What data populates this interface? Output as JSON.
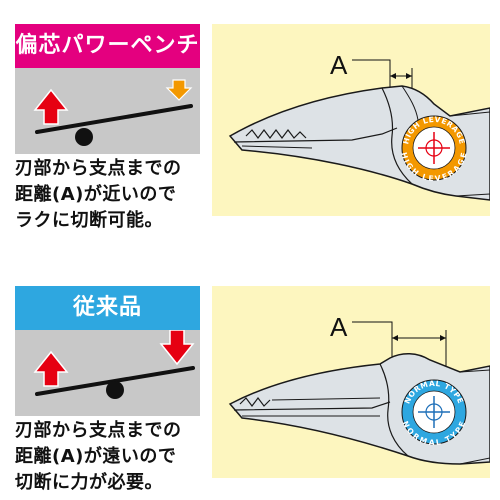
{
  "panels": [
    {
      "title": "偏芯パワーペンチ",
      "title_color": "#e4007f",
      "arrow_left_color": "#e60012",
      "arrow_right_color": "#f39800",
      "desc_lines": [
        "刃部から支点までの",
        "距離(A)が近いので",
        "ラクに切断可能。"
      ],
      "diagram_label": "A",
      "badge_text": "HIGH LEVERAGE",
      "badge_ring_color": "#f39800",
      "icons": [
        "arrow-up-icon",
        "arrow-down-icon",
        "pivot-icon",
        "crosshair-icon"
      ]
    },
    {
      "title": "従来品",
      "title_color": "#2ea7e0",
      "arrow_left_color": "#e60012",
      "arrow_right_color": "#e60012",
      "desc_lines": [
        "刃部から支点までの",
        "距離(A)が遠いので",
        "切断に力が必要。"
      ],
      "diagram_label": "A",
      "badge_text": "NORMAL TYPE",
      "badge_ring_color": "#2ea7e0",
      "icons": [
        "arrow-up-icon",
        "arrow-down-icon",
        "pivot-icon",
        "crosshair-icon"
      ]
    }
  ],
  "colors": {
    "diagram_bg": "#fdf6bf",
    "lever_bg": "#c8c8c8",
    "tool_fill": "#dde2e6",
    "outline": "#1a1a1a"
  }
}
